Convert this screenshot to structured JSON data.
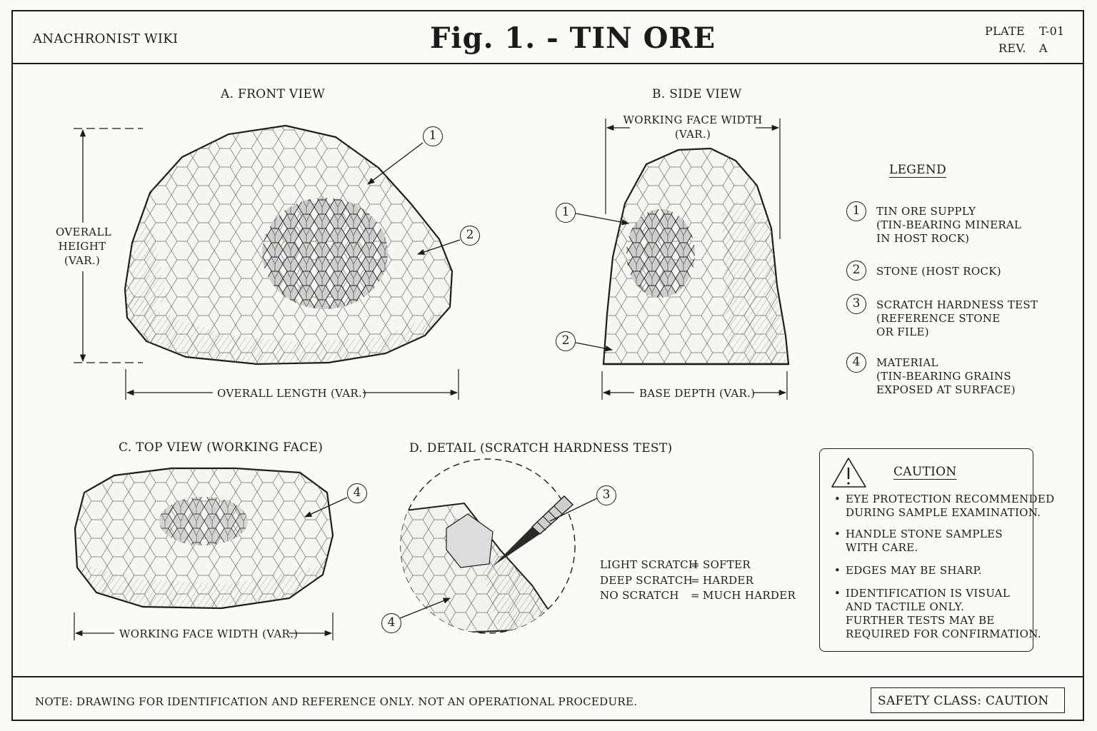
{
  "header": {
    "site": "ANACHRONIST WIKI",
    "title": "Fig. 1. - TIN ORE",
    "plate_label": "PLATE",
    "plate_value": "T-01",
    "rev_label": "REV.",
    "rev_value": "A"
  },
  "views": {
    "front": {
      "title": "A.  FRONT VIEW",
      "height_label": [
        "OVERALL",
        "HEIGHT",
        "(VAR.)"
      ],
      "length_label": "OVERALL LENGTH (VAR.)"
    },
    "side": {
      "title": "B.  SIDE VIEW",
      "width_label": [
        "WORKING FACE WIDTH",
        "(VAR.)"
      ],
      "base_label": "BASE DEPTH (VAR.)"
    },
    "top": {
      "title": "C.  TOP VIEW (WORKING FACE)",
      "width_label": "WORKING FACE WIDTH (VAR.)"
    },
    "detail": {
      "title": "D.  DETAIL (SCRATCH HARDNESS TEST)",
      "scale": [
        {
          "term": "LIGHT SCRATCH",
          "eq": "=",
          "meaning": "SOFTER"
        },
        {
          "term": "DEEP SCRATCH",
          "eq": "=",
          "meaning": "HARDER"
        },
        {
          "term": "NO SCRATCH",
          "eq": "=",
          "meaning": "MUCH HARDER"
        }
      ]
    }
  },
  "callout_numbers": [
    "1",
    "2",
    "3",
    "4"
  ],
  "legend": {
    "title": "LEGEND",
    "items": [
      {
        "num": "1",
        "lines": [
          "TIN ORE SUPPLY",
          "(TIN-BEARING MINERAL",
          "IN HOST ROCK)"
        ]
      },
      {
        "num": "2",
        "lines": [
          "STONE (HOST ROCK)"
        ]
      },
      {
        "num": "3",
        "lines": [
          "SCRATCH HARDNESS TEST",
          "(REFERENCE STONE",
          "OR FILE)"
        ]
      },
      {
        "num": "4",
        "lines": [
          "MATERIAL",
          "(TIN-BEARING GRAINS",
          "EXPOSED AT SURFACE)"
        ]
      }
    ]
  },
  "caution": {
    "title": "CAUTION",
    "icon": "warning-triangle-icon",
    "items": [
      [
        "EYE PROTECTION RECOMMENDED",
        "DURING SAMPLE EXAMINATION."
      ],
      [
        "HANDLE STONE SAMPLES",
        "WITH CARE."
      ],
      [
        "EDGES MAY BE SHARP."
      ],
      [
        "IDENTIFICATION IS VISUAL",
        "AND TACTILE ONLY.",
        "FURTHER TESTS MAY BE",
        "REQUIRED FOR CONFIRMATION."
      ]
    ]
  },
  "footer": {
    "note": "NOTE: DRAWING FOR IDENTIFICATION AND REFERENCE ONLY.  NOT AN OPERATIONAL PROCEDURE.",
    "safety": "SAFETY CLASS:  CAUTION"
  }
}
